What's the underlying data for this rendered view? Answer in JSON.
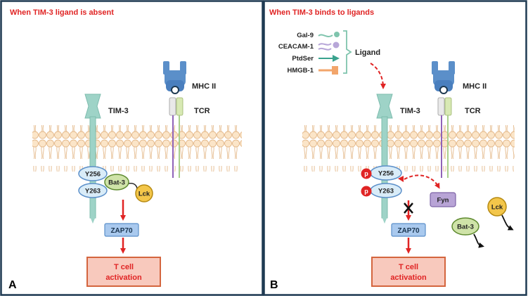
{
  "colors": {
    "panel_border": "#1f3a52",
    "title_red": "#e02424",
    "lipid_head": "#fbe5c8",
    "lipid_stroke": "#e4b98a",
    "tim3": "#9ed3c7",
    "mhc": "#5b8fc9",
    "zap70": "#a9c9ee",
    "tcell_box_fill": "#f8c9bd",
    "tcell_box_stroke": "#d4653e",
    "bat3": "#cfe3a8",
    "lck": "#f3c64a",
    "fyn": "#b8a4d6",
    "phospho": "#e02424"
  },
  "panel_a": {
    "title": "When TIM-3 ligand is absent",
    "panel_label": "A",
    "tim3_label": "TIM-3",
    "mhc_label": "MHC II",
    "tcr_label": "TCR",
    "y256": "Y256",
    "y263": "Y263",
    "bat3": "Bat-3",
    "lck": "Lck",
    "zap70": "ZAP70",
    "tcell_line1": "T cell",
    "tcell_line2": "activation"
  },
  "panel_b": {
    "title": "When TIM-3 binds to ligands",
    "panel_label": "B",
    "ligands": [
      "Gal-9",
      "CEACAM-1",
      "PtdSer",
      "HMGB-1"
    ],
    "ligand_group_label": "Ligand",
    "tim3_label": "TIM-3",
    "mhc_label": "MHC II",
    "tcr_label": "TCR",
    "y256": "Y256",
    "y263": "Y263",
    "phospho": "p",
    "fyn": "Fyn",
    "bat3": "Bat-3",
    "lck": "Lck",
    "zap70": "ZAP70",
    "tcell_line1": "T cell",
    "tcell_line2": "activation"
  }
}
